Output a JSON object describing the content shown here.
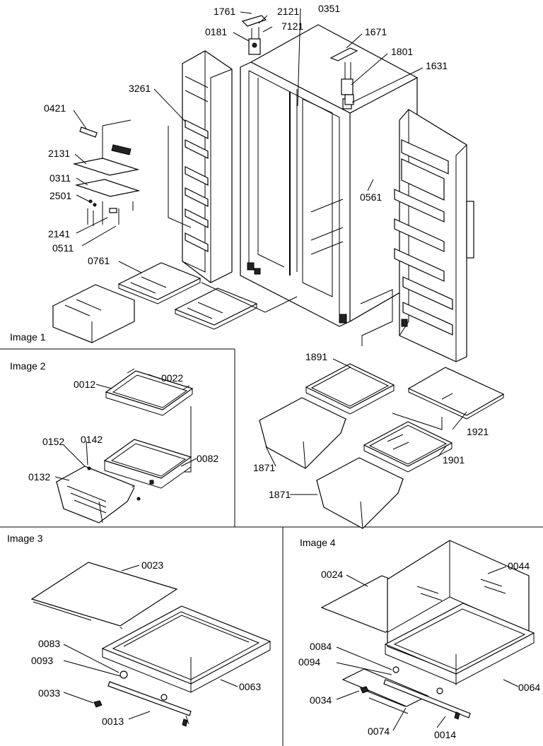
{
  "panels": {
    "image1": "Image 1",
    "image2": "Image 2",
    "image3": "Image 3",
    "image4": "Image 4"
  },
  "parts": {
    "p1761": "1761",
    "p2121": "2121",
    "p0351": "0351",
    "p0181": "0181",
    "p7121": "7121",
    "p1671": "1671",
    "p1801": "1801",
    "p1631": "1631",
    "p3261": "3261",
    "p0421": "0421",
    "p2131": "2131",
    "p0311": "0311",
    "p2501": "2501",
    "p2141": "2141",
    "p0511": "0511",
    "p0561": "0561",
    "p0761": "0761",
    "p1891": "1891",
    "p1921": "1921",
    "p1871a": "1871",
    "p1901": "1901",
    "p1871b": "1871",
    "p0012": "0012",
    "p0022": "0022",
    "p0082": "0082",
    "p0152": "0152",
    "p0142": "0142",
    "p0132": "0132",
    "p0023": "0023",
    "p0083": "0083",
    "p0093": "0093",
    "p0033": "0033",
    "p0063": "0063",
    "p0013": "0013",
    "p0024": "0024",
    "p0044": "0044",
    "p0084": "0084",
    "p0094": "0094",
    "p0034": "0034",
    "p0064": "0064",
    "p0074": "0074",
    "p0014": "0014"
  }
}
